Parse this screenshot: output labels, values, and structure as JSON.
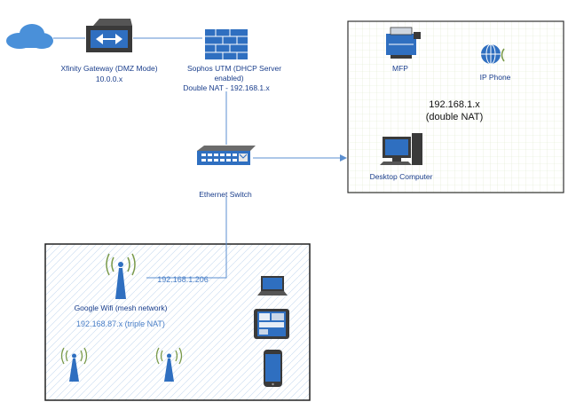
{
  "nodes": {
    "gateway": {
      "name": "Xfinity Gateway (DMZ Mode)",
      "ip": "10.0.0.x"
    },
    "utm": {
      "line1": "Sophos UTM (DHCP Server",
      "line2": "enabled)",
      "line3": "Double NAT - 192.168.1.x"
    },
    "switch": {
      "label": "Ethernet Switch"
    },
    "mfp": {
      "label": "MFP"
    },
    "ip_phone": {
      "label": "IP Phone"
    },
    "desktop": {
      "label": "Desktop Computer"
    },
    "google_wifi": {
      "label": "Google Wifi (mesh network)",
      "uplink_ip": "192.168.1.206",
      "subnet": "192.168.87.x (triple NAT)"
    }
  },
  "zones": {
    "lan": {
      "line1": "192.168.1.x",
      "line2": "(double NAT)"
    }
  },
  "colors": {
    "link": "#5b8fd0",
    "icon_blue": "#2f6fc0",
    "icon_dark": "#3a3a3a",
    "label_blue": "#4a7fc7",
    "grid": "#dfe9cf",
    "wifi_grid": "#c7daf0",
    "cloud": "#4a90d9"
  }
}
